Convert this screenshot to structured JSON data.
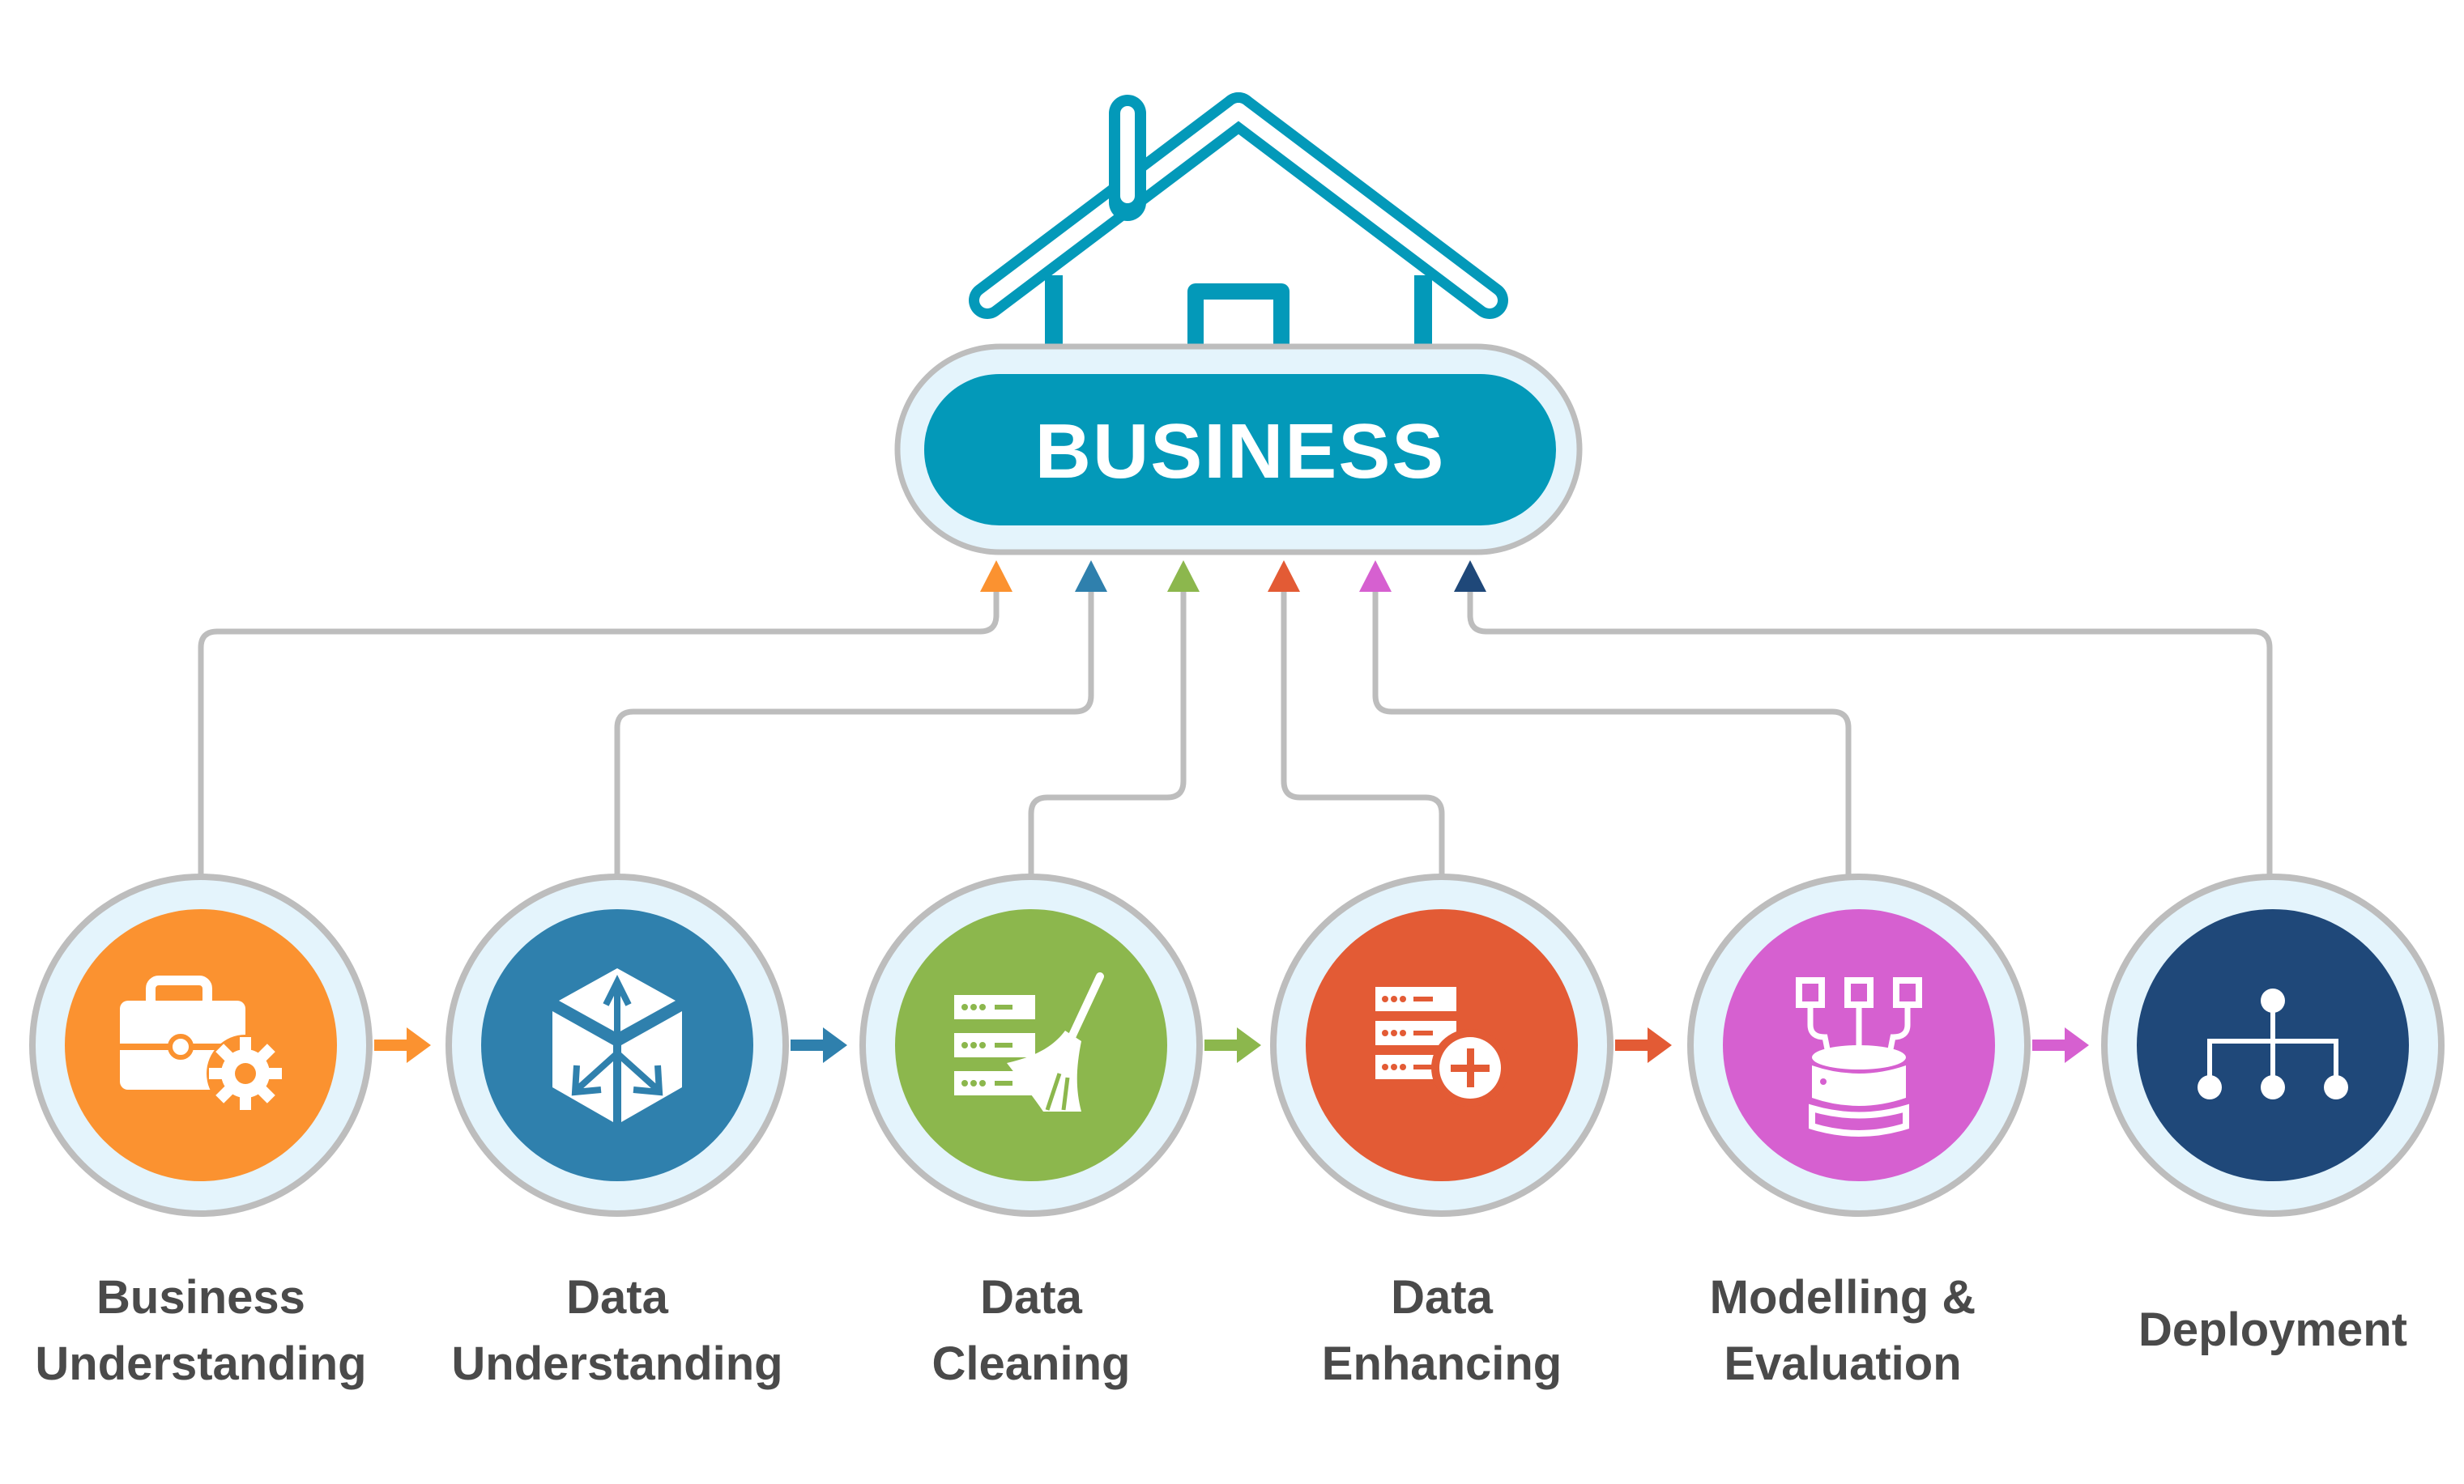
{
  "title": "BUSINESS",
  "colors": {
    "business": "#0399B9",
    "ring": "#BDBDBD",
    "ring_fill": "#E4F4FC",
    "label": "#4A4A4A"
  },
  "steps": [
    {
      "lines": [
        "Business",
        "Understanding"
      ],
      "color": "#FB9230",
      "icon": "briefcase-gear-icon"
    },
    {
      "lines": [
        "Data",
        "Understanding"
      ],
      "color": "#2F80AD",
      "icon": "cube-arrows-icon"
    },
    {
      "lines": [
        "Data",
        "Cleaning"
      ],
      "color": "#8CB74D",
      "icon": "server-broom-icon"
    },
    {
      "lines": [
        "Data",
        "Enhancing"
      ],
      "color": "#E35B35",
      "icon": "server-plus-icon"
    },
    {
      "lines": [
        "Modelling &",
        "Evaluation"
      ],
      "color": "#D660D0",
      "icon": "database-nodes-icon"
    },
    {
      "lines": [
        "Deployment"
      ],
      "color": "#1F4879",
      "icon": "hierarchy-icon"
    }
  ]
}
